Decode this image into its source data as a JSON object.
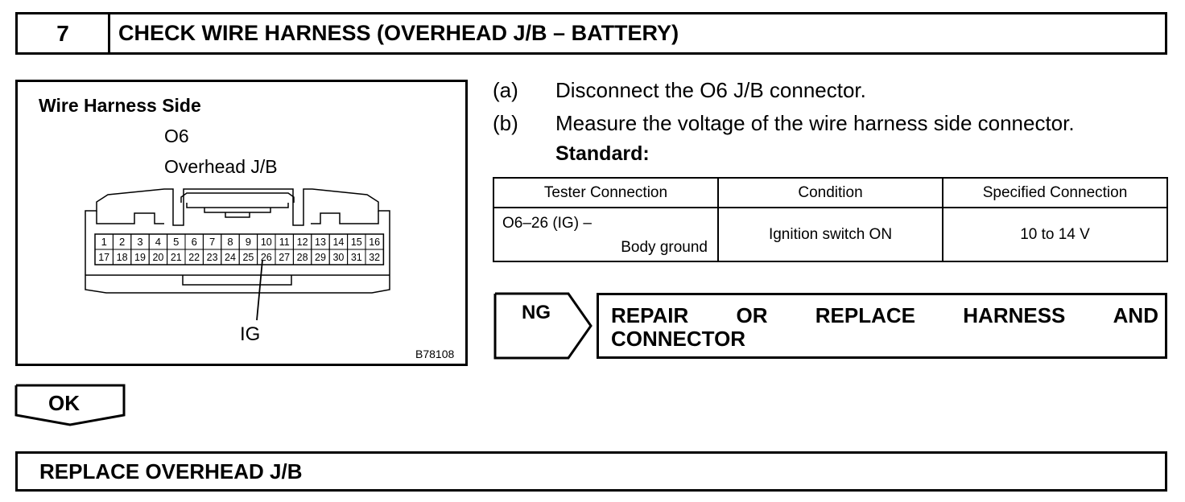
{
  "step": {
    "number": "7",
    "title": "CHECK WIRE HARNESS (OVERHEAD J/B – BATTERY)"
  },
  "diagram": {
    "heading": "Wire Harness Side",
    "connector_code": "O6",
    "connector_name": "Overhead J/B",
    "pins_top": [
      "1",
      "2",
      "3",
      "4",
      "5",
      "6",
      "7",
      "8",
      "9",
      "10",
      "11",
      "12",
      "13",
      "14",
      "15",
      "16"
    ],
    "pins_bottom": [
      "17",
      "18",
      "19",
      "20",
      "21",
      "22",
      "23",
      "24",
      "25",
      "26",
      "27",
      "28",
      "29",
      "30",
      "31",
      "32"
    ],
    "pointer_label": "IG",
    "figure_id": "B78108"
  },
  "instructions": [
    {
      "marker": "(a)",
      "text": "Disconnect the O6 J/B connector."
    },
    {
      "marker": "(b)",
      "text": "Measure the voltage of the wire harness side connector."
    }
  ],
  "standard_label": "Standard:",
  "spec_table": {
    "headers": [
      "Tester Connection",
      "Condition",
      "Specified Connection"
    ],
    "row": {
      "tester_line1": "O6–26 (IG) –",
      "tester_line2": "Body ground",
      "condition": "Ignition switch ON",
      "specified": "10 to 14 V"
    }
  },
  "ng_branch": {
    "label": "NG",
    "action_words": [
      "REPAIR",
      "OR",
      "REPLACE",
      "HARNESS",
      "AND"
    ],
    "action_line2": "CONNECTOR"
  },
  "ok_branch": {
    "label": "OK"
  },
  "final_action": "REPLACE OVERHEAD J/B"
}
